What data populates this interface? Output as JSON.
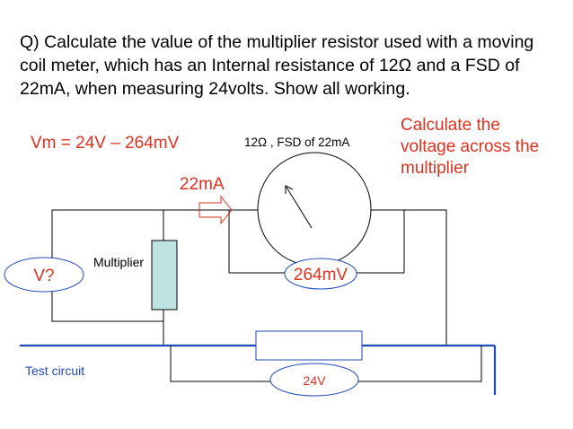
{
  "question": "Q)  Calculate the value of the multiplier resistor used with a moving coil meter, which has an Internal resistance of 12Ω and a FSD of 22mA, when measuring 24volts. Show all working.",
  "labels": {
    "vm_equation": "Vm = 24V – 264mV",
    "meter_spec": "12Ω , FSD of 22mA",
    "calc_note": "Calculate the voltage across the multiplier",
    "current": "22mA",
    "multiplier": "Multiplier",
    "voltmeter_ellipse": "V?",
    "meter_drop_ellipse": "264mV",
    "supply_ellipse": "24V",
    "test_circuit": "Test circuit"
  },
  "colors": {
    "red_text": "#e0301e",
    "blue_wire": "#1f49b6",
    "resistor_fill": "#bfe3e2",
    "wire": "#000000"
  },
  "icons": {
    "current_arrow": "right-arrow-outline-icon",
    "meter_needle": "needle-arrow-icon"
  }
}
